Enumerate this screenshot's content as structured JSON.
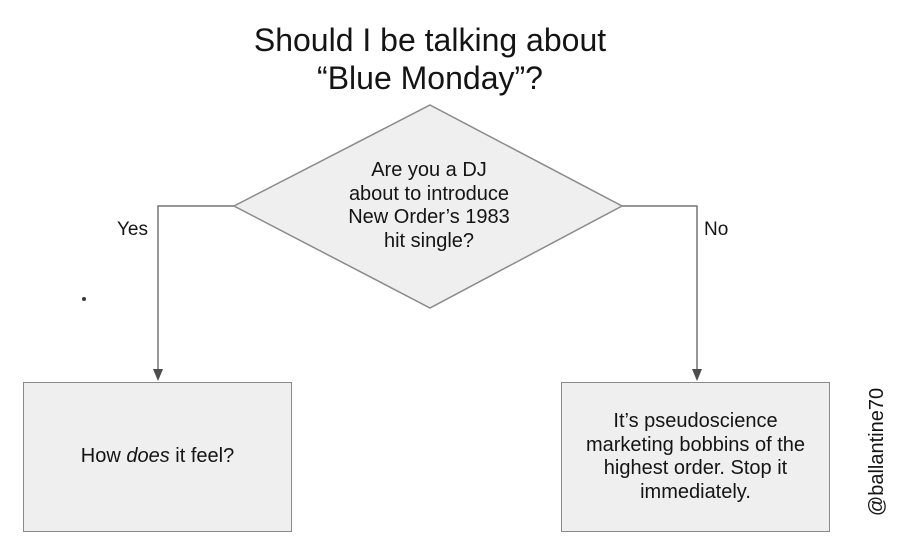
{
  "title": {
    "line1": "Should I be talking about",
    "line2": "“Blue Monday”?"
  },
  "decision": {
    "lines": [
      "Are you a DJ",
      "about to introduce",
      "New Order’s 1983",
      "hit single?"
    ]
  },
  "branches": {
    "yes_label": "Yes",
    "no_label": "No"
  },
  "outcomes": {
    "yes": {
      "part1": "How",
      "part2_italic": "does",
      "part3": "it feel?"
    },
    "no": {
      "lines": [
        "It’s pseudoscience",
        "marketing bobbins of the",
        "highest order. Stop it",
        "immediately."
      ]
    }
  },
  "watermark": {
    "handle": "@ballantine70"
  },
  "colors": {
    "shape_fill": "#efefef",
    "shape_border": "#8a8a8a",
    "connector": "#757575",
    "arrowhead": "#4d4d4d"
  }
}
